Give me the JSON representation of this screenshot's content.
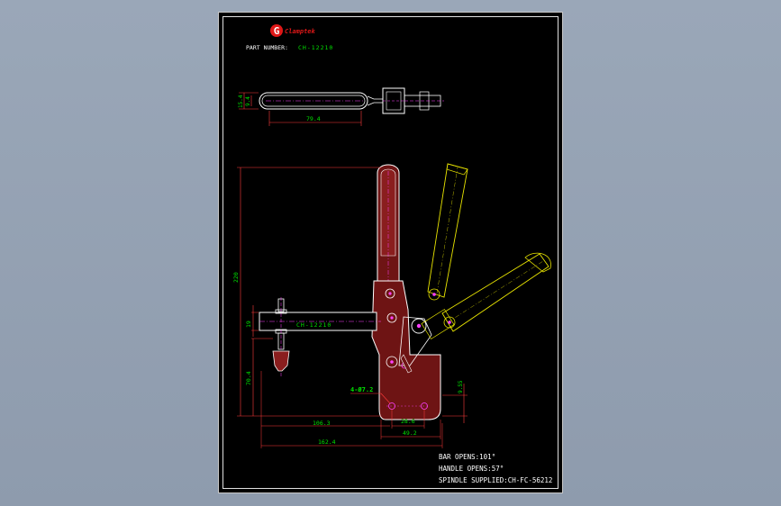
{
  "title_block": {
    "brand_initial": "G",
    "brand_name": "Clamptek",
    "part_number_label": "PART NUMBER:",
    "part_number": "CH-12210"
  },
  "top_view": {
    "dims": {
      "height_outer": "15.4",
      "height_inner": "9.4",
      "length": "79.4"
    }
  },
  "front_view": {
    "bar_label": "CH-12210",
    "dims": {
      "total_height": "220",
      "bar_height": "19",
      "spindle_height": "70.4",
      "holes": "4-Ø7.2",
      "base_height": "9.55",
      "hole_span": "28.6",
      "base_width": "49.2",
      "reach": "106.3",
      "overall_length": "162.4"
    }
  },
  "specs": {
    "bar_opens": "BAR OPENS:101°",
    "handle_opens": "HANDLE OPENS:57°",
    "spindle_supplied": "SPINDLE SUPPLIED:CH-FC-56212"
  },
  "colors": {
    "part_outline": "#ffffff",
    "body_fill": "#7a1a1a",
    "handle_outline": "#e8e400",
    "dimension": "#ff3b3b",
    "dim_text": "#00e000",
    "center_mark": "#ff40ff",
    "label_text": "#ffffff"
  }
}
